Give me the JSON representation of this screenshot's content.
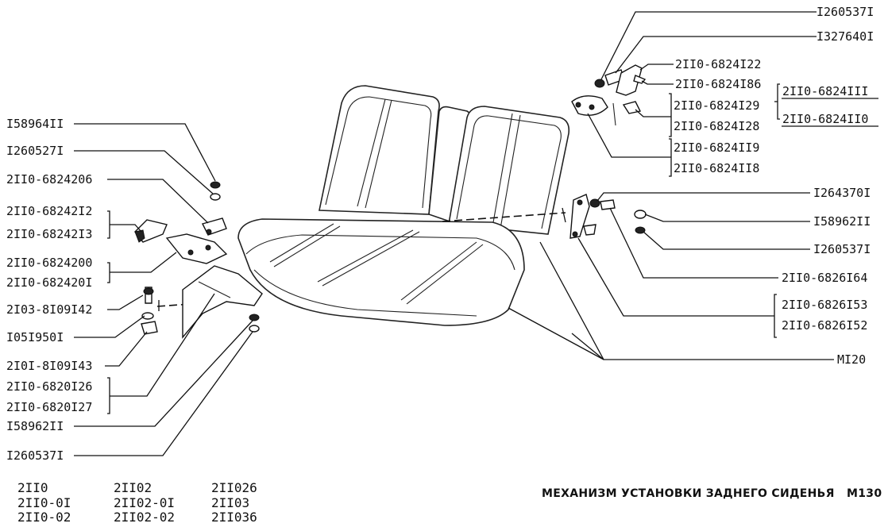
{
  "left_labels": [
    {
      "id": "l1",
      "text": "I58964II"
    },
    {
      "id": "l2",
      "text": "I260527I"
    },
    {
      "id": "l3",
      "text": "2II0-6824206"
    },
    {
      "id": "l4a",
      "text": "2II0-68242I2"
    },
    {
      "id": "l4b",
      "text": "2II0-68242I3"
    },
    {
      "id": "l5a",
      "text": "2II0-6824200"
    },
    {
      "id": "l5b",
      "text": "2II0-682420I"
    },
    {
      "id": "l6",
      "text": "2I03-8I09I42"
    },
    {
      "id": "l7",
      "text": "I05I950I"
    },
    {
      "id": "l8",
      "text": "2I0I-8I09I43"
    },
    {
      "id": "l9a",
      "text": "2II0-6820I26"
    },
    {
      "id": "l9b",
      "text": "2II0-6820I27"
    },
    {
      "id": "l10",
      "text": "I58962II"
    },
    {
      "id": "l11",
      "text": "I260537I"
    }
  ],
  "right_labels": [
    {
      "id": "r1",
      "text": "I260537I"
    },
    {
      "id": "r2",
      "text": "I327640I"
    },
    {
      "id": "r3",
      "text": "2II0-6824I22"
    },
    {
      "id": "r4",
      "text": "2II0-6824I86"
    },
    {
      "id": "r5",
      "text": "2II0-6824I29"
    },
    {
      "id": "r6",
      "text": "2II0-6824I28"
    },
    {
      "id": "r7",
      "text": "2II0-6824II9"
    },
    {
      "id": "r8",
      "text": "2II0-6824II8"
    },
    {
      "id": "r9",
      "text": "2II0-6824III"
    },
    {
      "id": "r10",
      "text": "2II0-6824II0"
    },
    {
      "id": "r11",
      "text": "I264370I"
    },
    {
      "id": "r12",
      "text": "I58962II"
    },
    {
      "id": "r13",
      "text": "I260537I"
    },
    {
      "id": "r14",
      "text": "2II0-6826I64"
    },
    {
      "id": "r15",
      "text": "2II0-6826I53"
    },
    {
      "id": "r16",
      "text": "2II0-6826I52"
    },
    {
      "id": "r17",
      "text": "MI20"
    }
  ],
  "footer": {
    "models_col1": [
      "2II0",
      "2II0-0I",
      "2II0-02"
    ],
    "models_col2": [
      "2II02",
      "2II02-0I",
      "2II02-02"
    ],
    "models_col3": [
      "2II026",
      "2II03",
      "2II036"
    ],
    "title": "МЕХАНИЗМ УСТАНОВКИ ЗАДНЕГО СИДЕНЬЯ",
    "page_code": "M130"
  }
}
